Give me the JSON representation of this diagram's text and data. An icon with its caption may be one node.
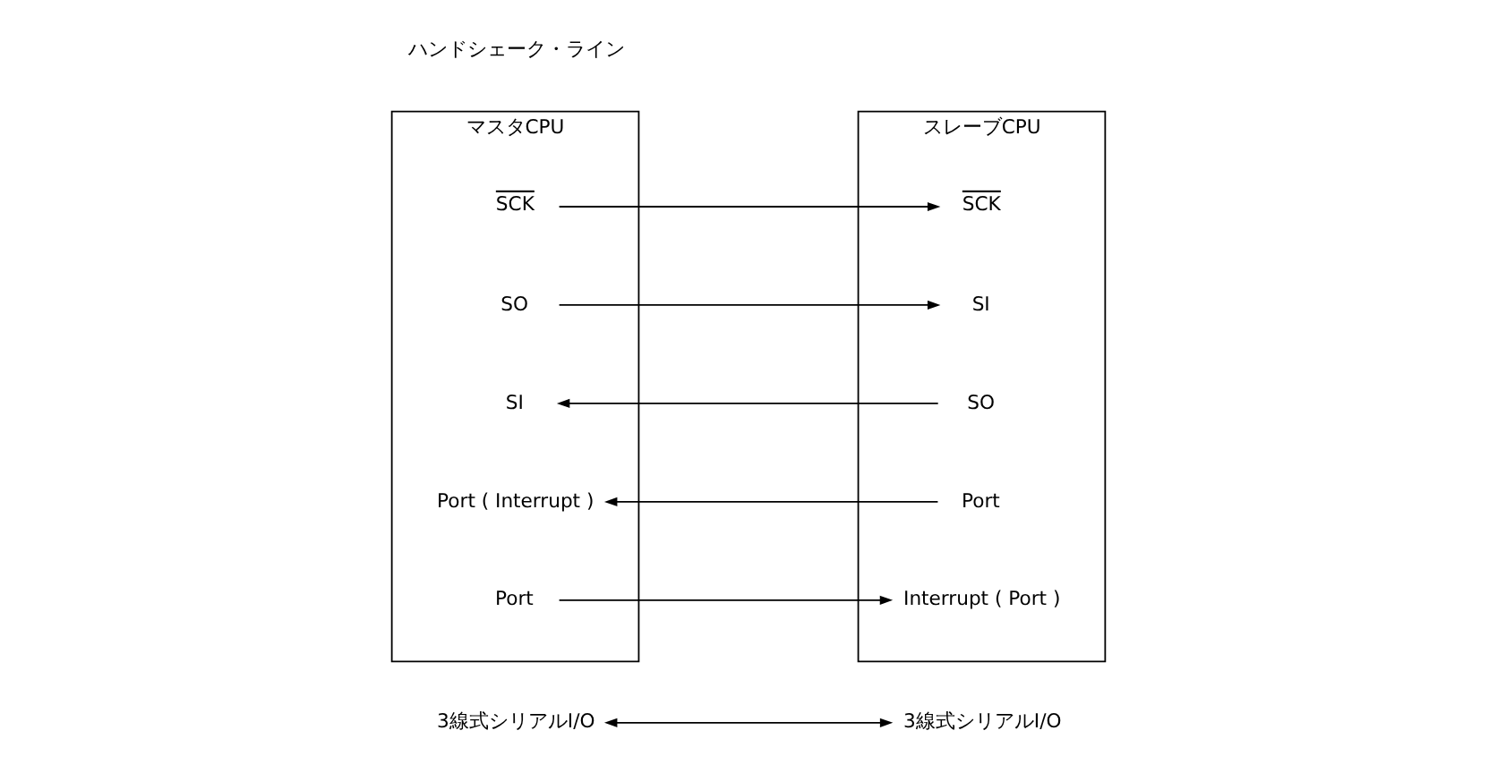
{
  "diagram": {
    "nodes": [
      {
        "text": [
          "3線式シリアルI/O"
        ]
      },
      {
        "text": [
          "3線式シリアルI/O"
        ]
      },
      {
        "text": [
          "マスタCPU"
        ]
      },
      {
        "text": [
          "SCK"
        ],
        "in": 2
      },
      {
        "text": [
          "SO"
        ],
        "in": 2
      },
      {
        "text": [
          "SI"
        ],
        "in": 2
      },
      {
        "text": [
          "Port ( Interrupt )"
        ],
        "in": 2
      },
      {
        "text": [
          "Port"
        ],
        "in": 2
      },
      {
        "text": [
          "スレーブCPU"
        ]
      },
      {
        "text": [
          "SCK"
        ],
        "in": 8
      },
      {
        "text": [
          "SI"
        ],
        "in": 8
      },
      {
        "text": [
          "SO"
        ],
        "in": 8
      },
      {
        "text": [
          "Port"
        ],
        "in": 8
      },
      {
        "text": [
          "Interrupt ( Port )"
        ],
        "in": 8
      }
    ],
    "edges": [
      {
        "from": 0,
        "to": 1,
        "arrow": "both"
      },
      {
        "from": 3,
        "to": 9,
        "arrow": "to"
      },
      {
        "from": 4,
        "to": 10,
        "arrow": "to"
      },
      {
        "from": 11,
        "to": 5,
        "arrow": "to"
      },
      {
        "from": 12,
        "to": 6,
        "arrow": "to"
      },
      {
        "from": 7,
        "to": 13,
        "arrow": "to"
      }
    ],
    "labels": [
      "ハンドシェーク・ライン"
    ]
  }
}
